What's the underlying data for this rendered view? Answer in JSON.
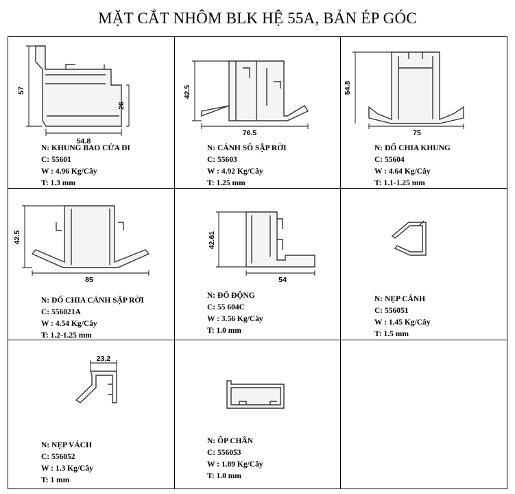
{
  "title": "MẶT CẮT NHÔM BLK HỆ 55A, BẢN ÉP GÓC",
  "profiles": [
    {
      "name": "N: KHUNG BAO CỬA ĐI",
      "code": "C: 55601",
      "weight": "W : 4.96 Kg/Cây",
      "thickness": "T: 1.3 mm",
      "dims": [
        "57",
        "26",
        "54.8"
      ]
    },
    {
      "name": "N: CÁNH SÔ SẬP RỜI",
      "code": "C: 55603",
      "weight": "W : 4.92 Kg/Cây",
      "thickness": "T: 1.25 mm",
      "dims": [
        "42.5",
        "76.5"
      ]
    },
    {
      "name": "N: ĐỐ CHIA KHUNG",
      "code": "C: 55604",
      "weight": "W : 4.64 Kg/Cây",
      "thickness": "T: 1.1-1.25 mm",
      "dims": [
        "54.8",
        "75"
      ]
    },
    {
      "name": "N: ĐỐ CHIA CÁNH SẬP RỜI",
      "code": "C: 556021A",
      "weight": "W : 4.54 Kg/Cây",
      "thickness": "T: 1.2-1.25 mm",
      "dims": [
        "42.5",
        "85"
      ]
    },
    {
      "name": "N: ĐỐ ĐỘNG",
      "code": "C: 55 604C",
      "weight": "W : 3.56 Kg/Cây",
      "thickness": "T: 1.0 mm",
      "dims": [
        "42.61",
        "54"
      ]
    },
    {
      "name": "N: NẸP CÁNH",
      "code": "C: 556051",
      "weight": "W : 1.45 Kg/Cây",
      "thickness": "T: 1.5 mm",
      "dims": []
    },
    {
      "name": "N: NẸP VÁCH",
      "code": "C: 556052",
      "weight": "W : 1.3 Kg/Cây",
      "thickness": "T: 1 mm",
      "dims": [
        "23.2"
      ]
    },
    {
      "name": "N: ỐP CHÂN",
      "code": "C: 556053",
      "weight": "W : 1.89 Kg/Cây",
      "thickness": "T: 1.0 mm",
      "dims": []
    }
  ]
}
